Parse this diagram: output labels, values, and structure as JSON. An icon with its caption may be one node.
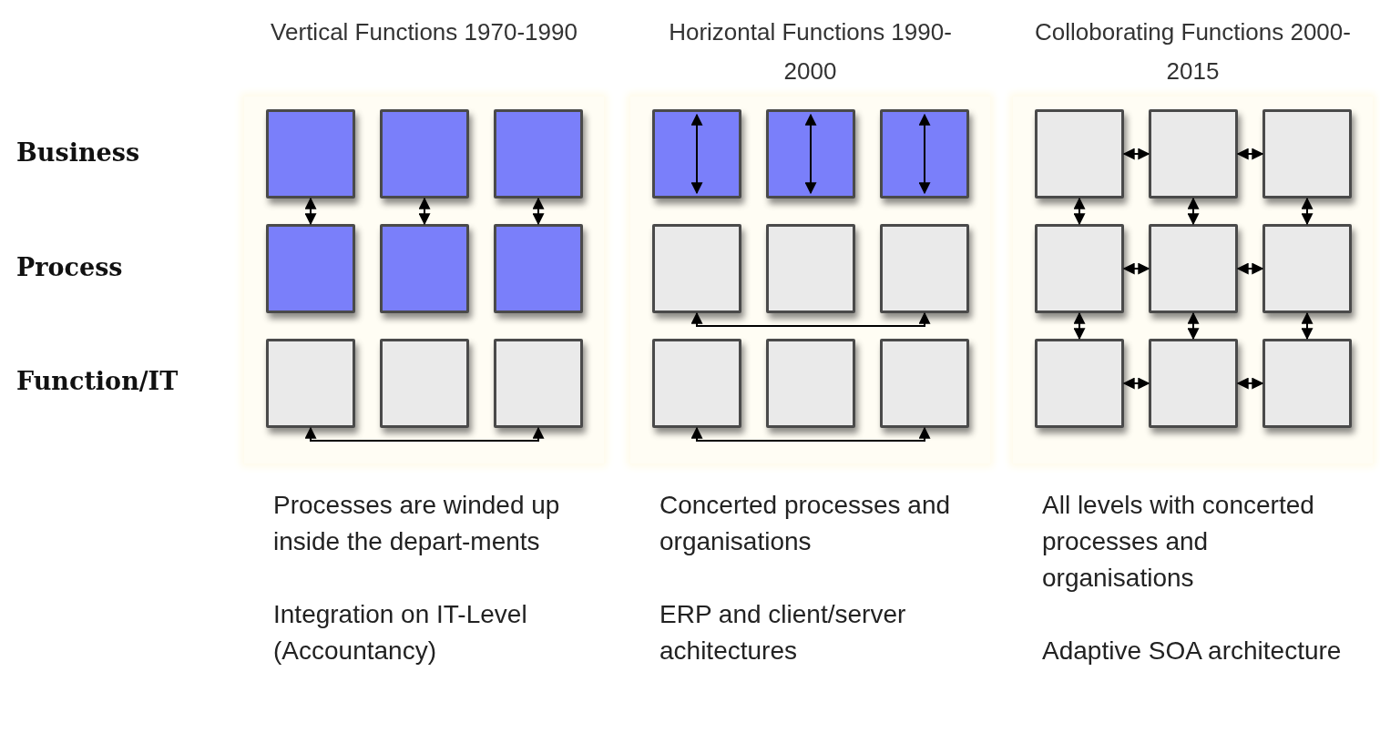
{
  "diagram": {
    "nodes": [
      {
        "text": [
          "Vertical Functions 1970-1990"
        ],
        "beside": [
          "Processes are winded up inside the depart-ments",
          "Integration on IT-Level (Accountancy)"
        ]
      },
      {
        "text": [],
        "shape": "box",
        "in": 0
      },
      {
        "text": [],
        "shape": "box",
        "in": 0
      },
      {
        "text": [],
        "shape": "box",
        "in": 0
      },
      {
        "text": [],
        "shape": "box",
        "in": 0
      },
      {
        "text": [],
        "shape": "box",
        "in": 0
      },
      {
        "text": [],
        "shape": "box",
        "in": 0
      },
      {
        "text": [],
        "shape": "box",
        "in": 0
      },
      {
        "text": [],
        "shape": "box",
        "in": 0
      },
      {
        "text": [],
        "shape": "box",
        "in": 0
      },
      {
        "text": [
          "Horizontal Functions 1990-2000"
        ],
        "beside": [
          "Concerted processes and organisations",
          "ERP and client/server achitectures"
        ]
      },
      {
        "text": [],
        "shape": "box",
        "in": 10
      },
      {
        "text": [],
        "shape": "box",
        "in": 10
      },
      {
        "text": [],
        "shape": "box",
        "in": 10
      },
      {
        "text": [],
        "shape": "box",
        "in": 10
      },
      {
        "text": [],
        "shape": "box",
        "in": 10
      },
      {
        "text": [],
        "shape": "box",
        "in": 10
      },
      {
        "text": [],
        "shape": "box",
        "in": 10
      },
      {
        "text": [],
        "shape": "box",
        "in": 10
      },
      {
        "text": [],
        "shape": "box",
        "in": 10
      },
      {
        "text": [
          "Colloborating Functions 2000-2015"
        ],
        "beside": [
          "All levels with concerted processes and organisations",
          "Adaptive SOA architecture"
        ]
      },
      {
        "text": [],
        "shape": "box",
        "in": 20
      },
      {
        "text": [],
        "shape": "box",
        "in": 20
      },
      {
        "text": [],
        "shape": "box",
        "in": 20
      },
      {
        "text": [],
        "shape": "box",
        "in": 20
      },
      {
        "text": [],
        "shape": "box",
        "in": 20
      },
      {
        "text": [],
        "shape": "box",
        "in": 20
      },
      {
        "text": [],
        "shape": "box",
        "in": 20
      },
      {
        "text": [],
        "shape": "box",
        "in": 20
      },
      {
        "text": [],
        "shape": "box",
        "in": 20
      }
    ],
    "edges": [
      {
        "from": 1,
        "to": 4,
        "arrow": "both"
      },
      {
        "from": 2,
        "to": 5,
        "arrow": "both"
      },
      {
        "from": 3,
        "to": 6,
        "arrow": "both"
      },
      {
        "from": 7,
        "to": 9,
        "arrow": "both"
      },
      {
        "from": 14,
        "to": 16,
        "arrow": "both"
      },
      {
        "from": 17,
        "to": 19,
        "arrow": "both"
      },
      {
        "from": 21,
        "to": 22,
        "arrow": "both"
      },
      {
        "from": 22,
        "to": 23,
        "arrow": "both"
      },
      {
        "from": 21,
        "to": 24,
        "arrow": "both"
      },
      {
        "from": 22,
        "to": 25,
        "arrow": "both"
      },
      {
        "from": 23,
        "to": 26,
        "arrow": "both"
      },
      {
        "from": 24,
        "to": 25,
        "arrow": "both"
      },
      {
        "from": 25,
        "to": 26,
        "arrow": "both"
      },
      {
        "from": 24,
        "to": 27,
        "arrow": "both"
      },
      {
        "from": 25,
        "to": 28,
        "arrow": "both"
      },
      {
        "from": 26,
        "to": 29,
        "arrow": "both"
      },
      {
        "from": 27,
        "to": 28,
        "arrow": "both"
      },
      {
        "from": 28,
        "to": 29,
        "arrow": "both"
      }
    ],
    "labels": [
      "Business",
      "Process",
      "Function/IT"
    ]
  }
}
